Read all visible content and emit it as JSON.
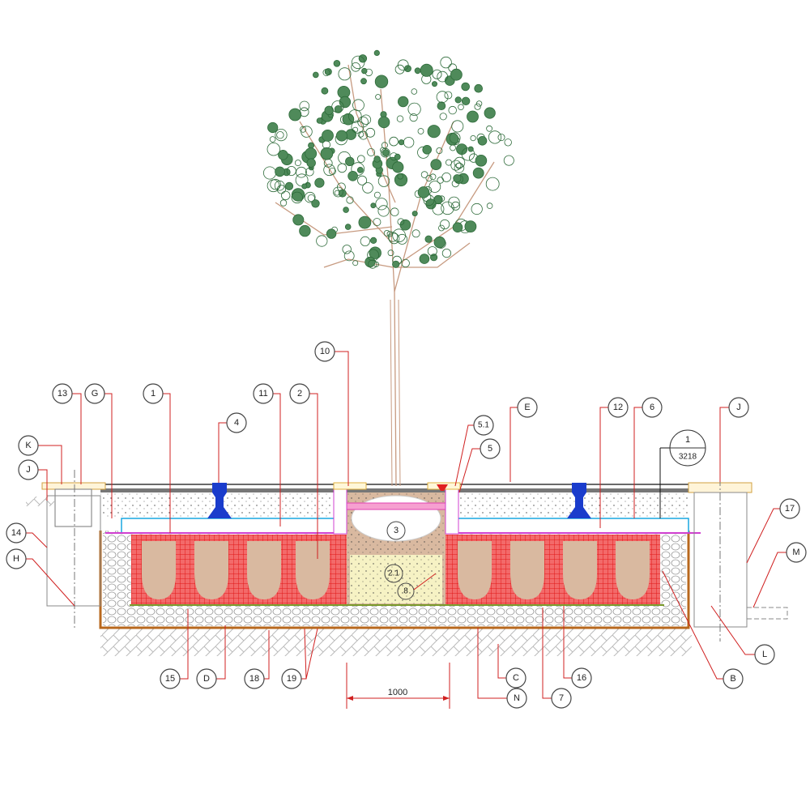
{
  "drawing": {
    "title": "Tree pit section with soil cells",
    "callouts": [
      "10",
      "13",
      "G",
      "1",
      "11",
      "2",
      "4",
      "K",
      "J",
      "14",
      "H",
      "5.1",
      "5",
      "E",
      "12",
      "6",
      "J",
      "17",
      "M",
      "15",
      "D",
      "18",
      "19",
      "C",
      "N",
      "7",
      "16",
      "B",
      "L"
    ],
    "inner_labels": {
      "item_3": "3",
      "item_2_1": "2.1",
      "item_8": "8"
    },
    "section_marker": {
      "number": "1",
      "sheet": "3218"
    },
    "dimension": {
      "value": "1000"
    },
    "colors": {
      "cells": "#f03030",
      "soil": "#d9b9a0",
      "gravel": "#e8e8e8",
      "leader": "#d02020",
      "foliage": "#2e6b3a",
      "pipe": "#1a3ccc",
      "membrane": "#b8681e"
    }
  }
}
